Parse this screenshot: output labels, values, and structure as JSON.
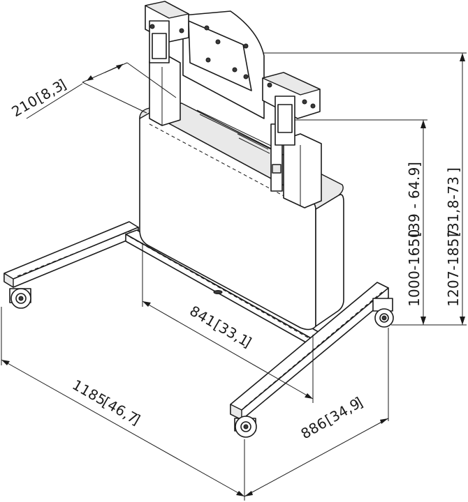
{
  "dimensions": {
    "depth_panel": {
      "value": "210",
      "alt": "8,3"
    },
    "inner_width": {
      "value": "841",
      "alt": "33,1"
    },
    "outer_width": {
      "value": "1185",
      "alt": "46,7"
    },
    "depth": {
      "value": "886",
      "alt": "34,9"
    },
    "interface_height": {
      "value": "1000-1650",
      "alt": "39 - 64.9"
    },
    "total_height": {
      "value": "1207-1857",
      "alt": "31,8-73"
    }
  }
}
